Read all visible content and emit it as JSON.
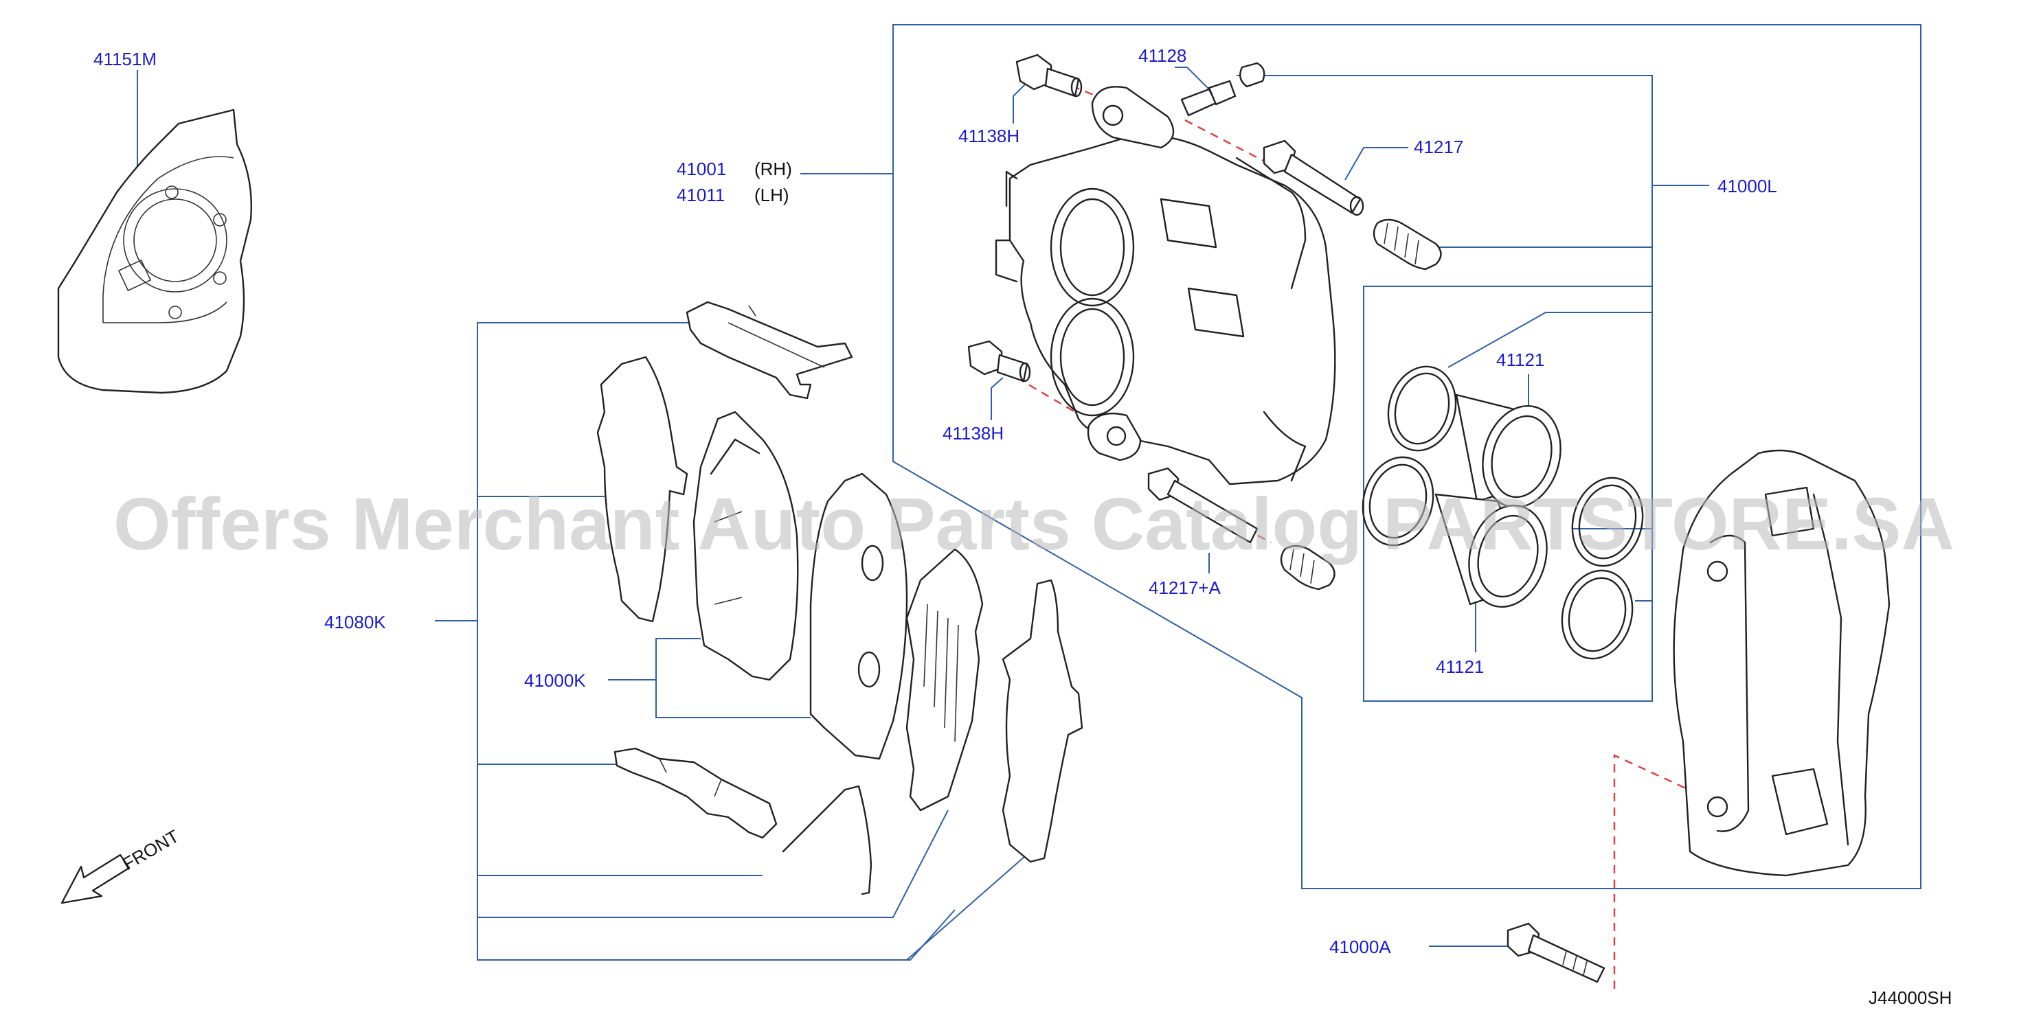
{
  "labels": {
    "backing_plate": "41151M",
    "caliper_rh_num": "41001",
    "caliper_rh_side": "(RH)",
    "caliper_lh_num": "41011",
    "caliper_lh_side": "(LH)",
    "bolt_top": "41138H",
    "bolt_lower": "41138H",
    "bleeder": "41128",
    "pin_top": "41217",
    "pin_lower": "41217+A",
    "caliper_assy": "41000L",
    "piston_seal_top": "41121",
    "piston_seal_bottom": "41121",
    "pad_kit": "41080K",
    "pad_set": "41000K",
    "mounting_bolt": "41000A",
    "diagram_code": "J44000SH",
    "front_indicator": "FRONT"
  },
  "watermark": "Offers Merchant Auto Parts Catalog PARTSTORE.SA",
  "colors": {
    "label_blue": "#1a1ad6",
    "leader_line": "#2f5fa6",
    "dashed_red": "#e23b3b",
    "line_art": "#222222",
    "watermark_gray": "#b9b9b9"
  }
}
